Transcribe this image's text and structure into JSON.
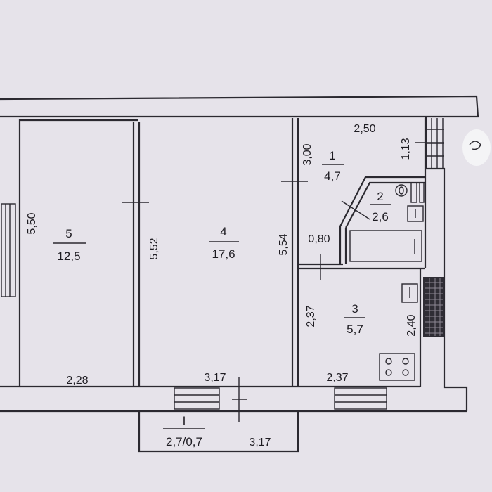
{
  "rooms": [
    {
      "number": "1",
      "area": "4,7"
    },
    {
      "number": "2",
      "area": "2,6"
    },
    {
      "number": "3",
      "area": "5,7"
    },
    {
      "number": "4",
      "area": "17,6"
    },
    {
      "number": "5",
      "area": "12,5"
    },
    {
      "number": "I",
      "area": "2,7/0,7"
    }
  ],
  "dimensions": [
    "2,50",
    "1,13",
    "3,00",
    "5,50",
    "5,52",
    "5,54",
    "0,80",
    "2,37",
    "2,40",
    "2,28",
    "3,17",
    "2,37",
    "3,17"
  ]
}
